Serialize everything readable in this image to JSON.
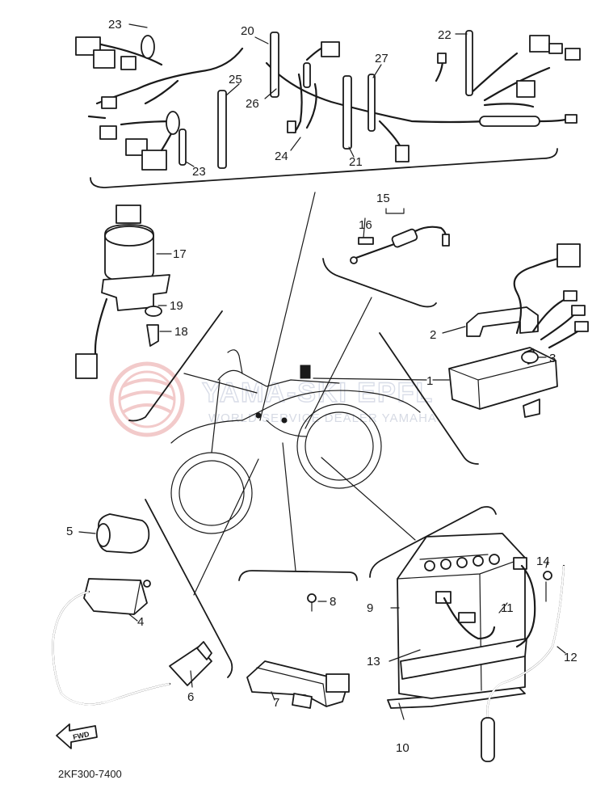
{
  "labels": {
    "l1": "1",
    "l2": "2",
    "l3": "3",
    "l4": "4",
    "l5": "5",
    "l6": "6",
    "l7": "7",
    "l8": "8",
    "l9": "9",
    "l10": "10",
    "l11": "11",
    "l12": "12",
    "l13": "13",
    "l14": "14",
    "l15": "15",
    "l16": "16",
    "l17": "17",
    "l18": "18",
    "l19": "19",
    "l20": "20",
    "l21": "21",
    "l22": "22",
    "l23a": "23",
    "l23b": "23",
    "l24": "24",
    "l25": "25",
    "l26": "26",
    "l27": "27"
  },
  "diagram_code": "2KF300-7400",
  "fwd_arrow": "FWD",
  "watermark": {
    "title": "YAMA-SKI EPFL",
    "subtitle": "WORLD SERVICE DEALER YAMAHA",
    "color": "#e8a0a0"
  }
}
